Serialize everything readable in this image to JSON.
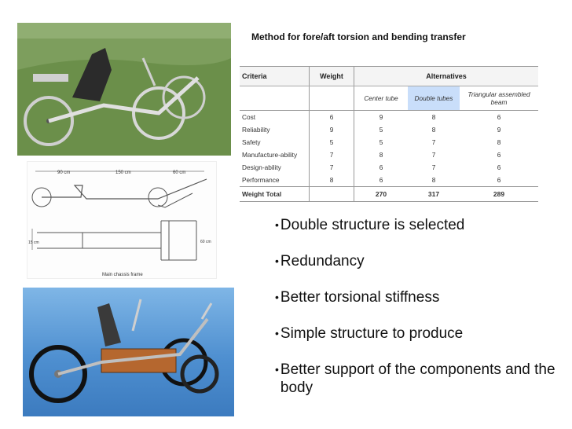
{
  "table": {
    "title": "Method for fore/aft torsion and bending transfer",
    "headers": {
      "criteria": "Criteria",
      "weight": "Weight",
      "alternatives": "Alternatives"
    },
    "alternatives": [
      "Center tube",
      "Double tubes",
      "Triangular assembled beam"
    ],
    "rows": [
      {
        "criteria": "Cost",
        "weight": "6",
        "center": "9",
        "double": "8",
        "triangular": "6"
      },
      {
        "criteria": "Reliability",
        "weight": "9",
        "center": "5",
        "double": "8",
        "triangular": "9"
      },
      {
        "criteria": "Safety",
        "weight": "5",
        "center": "5",
        "double": "7",
        "triangular": "8"
      },
      {
        "criteria": "Manufacture-ability",
        "weight": "7",
        "center": "8",
        "double": "7",
        "triangular": "6"
      },
      {
        "criteria": "Design-ability",
        "weight": "7",
        "center": "6",
        "double": "7",
        "triangular": "6"
      },
      {
        "criteria": "Performance",
        "weight": "8",
        "center": "6",
        "double": "8",
        "triangular": "6"
      }
    ],
    "total": {
      "label": "Weight Total",
      "center": "270",
      "double": "317",
      "triangular": "289"
    }
  },
  "drawing": {
    "dims": [
      "90 cm",
      "150 cm",
      "60 cm",
      "15 cm",
      "60 cm"
    ],
    "caption": "Main chassis frame"
  },
  "bullets": [
    "Double structure is selected",
    "Redundancy",
    "Better torsional stiffness",
    "Simple structure to produce",
    "Better support of the components and the body"
  ],
  "bullet_symbol": "•",
  "colors": {
    "highlight": "#c9defa",
    "frame": "#aaaaaa"
  }
}
